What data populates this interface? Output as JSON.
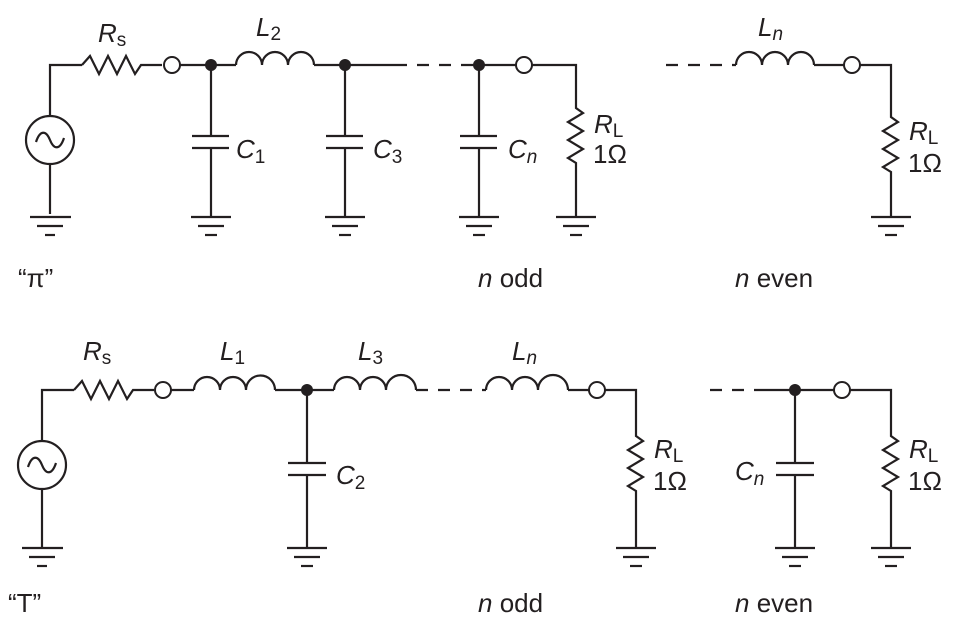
{
  "diagram": {
    "title": "Ladder low-pass filter prototypes",
    "pi_network": {
      "caption": "“π”",
      "source_resistor": {
        "symbol": "R",
        "subscript": "s"
      },
      "elements": [
        {
          "symbol": "C",
          "subscript": "1"
        },
        {
          "symbol": "L",
          "subscript": "2"
        },
        {
          "symbol": "C",
          "subscript": "3"
        },
        {
          "symbol": "C",
          "subscript": "n"
        }
      ],
      "odd_case": {
        "label_n": "n",
        "label_text": " odd",
        "load": {
          "symbol": "R",
          "subscript": "L",
          "value": "1Ω"
        }
      },
      "even_case": {
        "label_n": "n",
        "label_text": " even",
        "last_element": {
          "symbol": "L",
          "subscript": "n"
        },
        "load": {
          "symbol": "R",
          "subscript": "L",
          "value": "1Ω"
        }
      }
    },
    "t_network": {
      "caption": "“T”",
      "source_resistor": {
        "symbol": "R",
        "subscript": "s"
      },
      "elements": [
        {
          "symbol": "L",
          "subscript": "1"
        },
        {
          "symbol": "C",
          "subscript": "2"
        },
        {
          "symbol": "L",
          "subscript": "3"
        },
        {
          "symbol": "L",
          "subscript": "n"
        }
      ],
      "odd_case": {
        "label_n": "n",
        "label_text": " odd",
        "load": {
          "symbol": "R",
          "subscript": "L",
          "value": "1Ω"
        }
      },
      "even_case": {
        "label_n": "n",
        "label_text": " even",
        "last_element": {
          "symbol": "C",
          "subscript": "n"
        },
        "load": {
          "symbol": "R",
          "subscript": "L",
          "value": "1Ω"
        }
      }
    }
  }
}
